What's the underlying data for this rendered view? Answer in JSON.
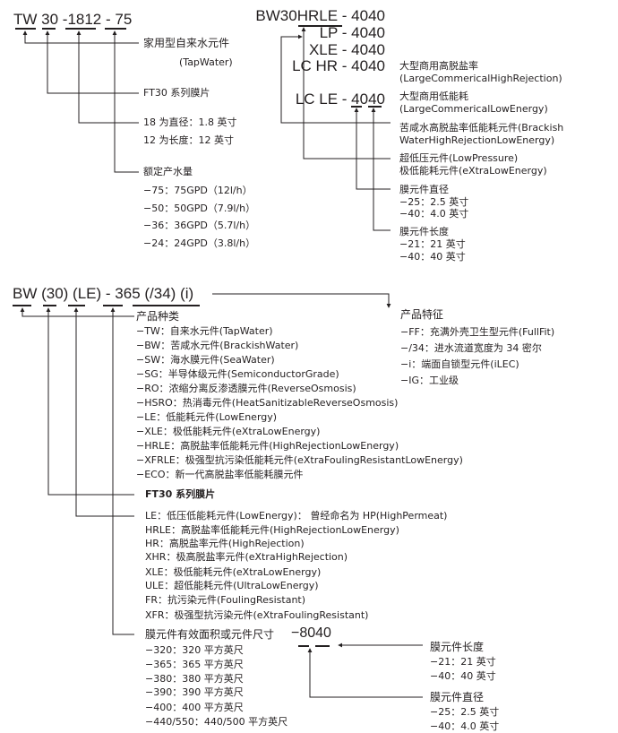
{
  "tw": {
    "code": "TW 30 -1812 - 75",
    "type_label": "家用型自来水元件",
    "type_en": "(TapWater)",
    "series": "FT30 系列膜片",
    "dims": [
      "18 为直径：1.8 英寸",
      "12 为长度：12 英寸"
    ],
    "flow_label": "额定产水量",
    "flows": [
      "−75：75GPD（12l/h）",
      "−50：50GPD（7.9l/h）",
      "−36：36GPD（5.7l/h）",
      "−24：24GPD（3.8l/h）"
    ]
  },
  "bw": {
    "codes": [
      "BW30HRLE - 4040",
      "LP - 4040",
      "XLE - 4040",
      "LC HR - 4040",
      "LC LE - 4040"
    ],
    "lchr": [
      "大型商用高脱盐率",
      "(LargeCommericalHighRejection)"
    ],
    "lcle": [
      "大型商用低能耗",
      "(LargeCommericalLowEnergy)"
    ],
    "brackish": [
      "苦咸水高脱盐率低能耗元件(Brackish",
      "WaterHighRejectionLowEnergy)"
    ],
    "lp": [
      "超低压元件(LowPressure)",
      "极低能耗元件(eXtraLowEnergy)"
    ],
    "diameter": [
      "膜元件直径",
      "−25：2.5 英寸",
      "−40：4.0 英寸"
    ],
    "length": [
      "膜元件长度",
      "−21：21 英寸",
      "−40：40 英寸"
    ]
  },
  "gen": {
    "code": "BW (30) (LE) - 365 (/34) (i)",
    "type_label": "产品种类",
    "types": [
      "−TW：自来水元件(TapWater)",
      "−BW：苦咸水元件(BrackishWater)",
      "−SW：海水膜元件(SeaWater)",
      "−SG：半导体级元件(SemiconductorGrade)",
      "−RO：浓缩分离反渗透膜元件(ReverseOsmosis)",
      "−HSRO：热消毒元件(HeatSanitizableReverseOsmosis)",
      "−LE：低能耗元件(LowEnergy)",
      "−XLE：极低能耗元件(eXtraLowEnergy)",
      "−HRLE：高脱盐率低能耗元件(HighRejectionLowEnergy)",
      "−XFRLE：极强型抗污染低能耗元件(eXtraFoulingResistantLowEnergy)",
      "−ECO：新一代高脱盐率低能耗膜元件"
    ],
    "feature_label": "产品特征",
    "features": [
      "−FF：充满外壳卫生型元件(FullFit)",
      "−/34：进水流道宽度为 34 密尔",
      "−i：端面自锁型元件(iLEC)",
      "−IG：工业级"
    ],
    "series": "FT30 系列膜片",
    "variants": [
      "LE：低压低能耗元件(LowEnergy)：  曾经命名为 HP(HighPermeat)",
      "HRLE：高脱盐率低能耗元件(HighRejectionLowEnergy)",
      "HR：高脱盐率元件(HighRejection)",
      "XHR：极高脱盐率元件(eXtraHighRejection)",
      "XLE：极低能耗元件(eXtraLowEnergy)",
      "ULE：超低能耗元件(UltraLowEnergy)",
      "FR：抗污染元件(FoulingResistant)",
      "XFR：极强型抗污染元件(eXtraFoulingResistant)"
    ],
    "area_label": "膜元件有效面积或元件尺寸",
    "size_code": "−8040",
    "areas": [
      "−320：320 平方英尺",
      "−365：365 平方英尺",
      "−380：380 平方英尺",
      "−390：390 平方英尺",
      "−400：400 平方英尺",
      "−440/550：440/500 平方英尺"
    ],
    "length": [
      "膜元件长度",
      "−21：21 英寸",
      "−40：40 英寸"
    ],
    "diameter": [
      "膜元件直径",
      "−25：2.5 英寸",
      "−40：4.0 英寸"
    ]
  }
}
